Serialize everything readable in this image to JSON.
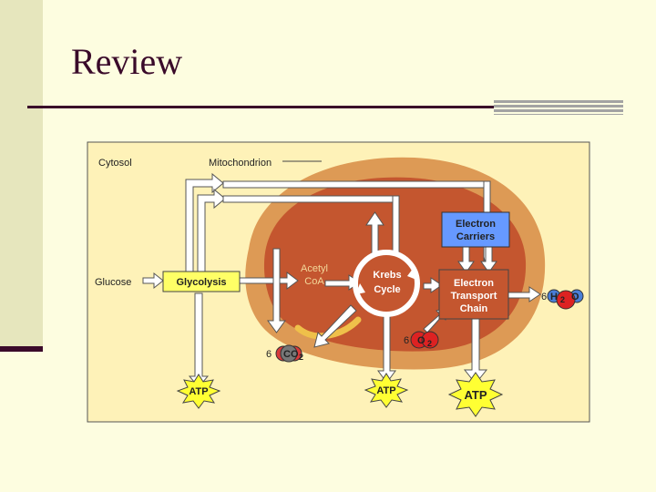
{
  "slide": {
    "title": "Review"
  },
  "diagram": {
    "labels": {
      "cytosol": "Cytosol",
      "mitochondrion": "Mitochondrion",
      "glucose": "Glucose",
      "glycolysis": "Glycolysis",
      "acetyl_line1": "Acetyl",
      "acetyl_line2": "CoA",
      "krebs_line1": "Krebs",
      "krebs_line2": "Cycle",
      "carriers_line1": "Electron",
      "carriers_line2": "Carriers",
      "etc_line1": "Electron",
      "etc_line2": "Transport",
      "etc_line3": "Chain",
      "co2_coef": "6",
      "co2_formula": "CO",
      "co2_sub": "2",
      "o2_coef": "6",
      "o2_formula": "O",
      "o2_sub": "2",
      "h2o_coef": "6",
      "h2o_h": "H",
      "h2o_sub": "2",
      "h2o_o": "O",
      "atp": "ATP"
    },
    "colors": {
      "panel": "#fef2b8",
      "mito_outer": "#dd9a55",
      "mito_inner": "#c4562f",
      "glycolysis_box": "#ffff66",
      "carriers_box": "#6699ff",
      "atp_burst": "#ffff33",
      "co2_molecule": "#777777",
      "o2_molecule": "#dd2222",
      "h2o_hydrogen": "#4a7fd8"
    }
  }
}
